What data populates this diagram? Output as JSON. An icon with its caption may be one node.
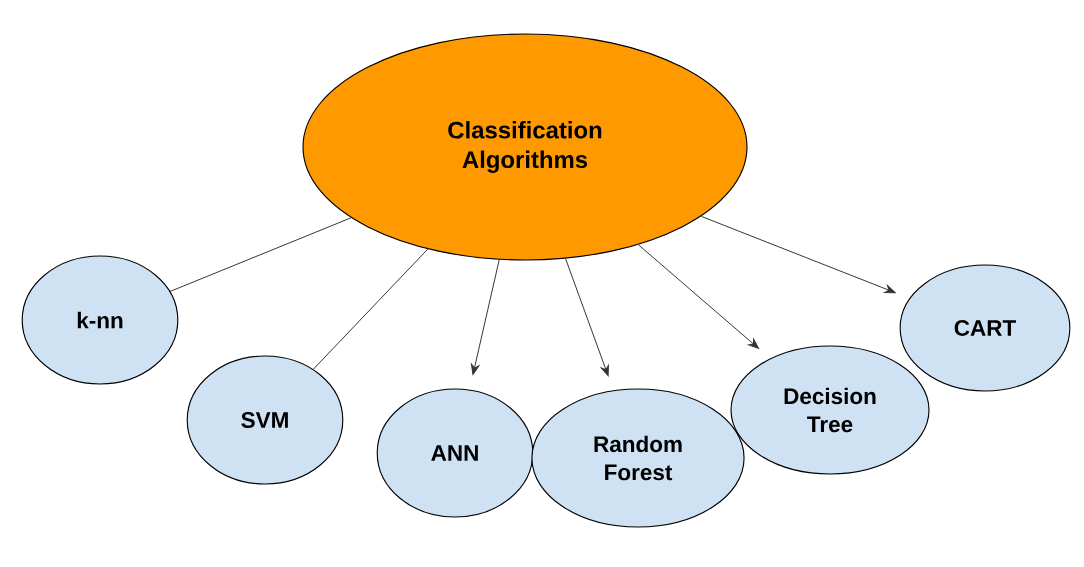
{
  "diagram": {
    "nodes": [
      {
        "text": [
          "Classification Algorithms"
        ]
      },
      {
        "text": [
          "k-nn"
        ]
      },
      {
        "text": [
          "SVM"
        ]
      },
      {
        "text": [
          "ANN"
        ]
      },
      {
        "text": [
          "Random Forest"
        ]
      },
      {
        "text": [
          "Decision Tree"
        ]
      },
      {
        "text": [
          "CART"
        ]
      }
    ],
    "edges": [
      {
        "from": 0,
        "to": 1,
        "arrow": "none"
      },
      {
        "from": 0,
        "to": 2,
        "arrow": "none"
      },
      {
        "from": 0,
        "to": 3,
        "arrow": "to"
      },
      {
        "from": 0,
        "to": 4,
        "arrow": "to"
      },
      {
        "from": 0,
        "to": 5,
        "arrow": "to"
      },
      {
        "from": 0,
        "to": 6,
        "arrow": "to"
      }
    ]
  }
}
